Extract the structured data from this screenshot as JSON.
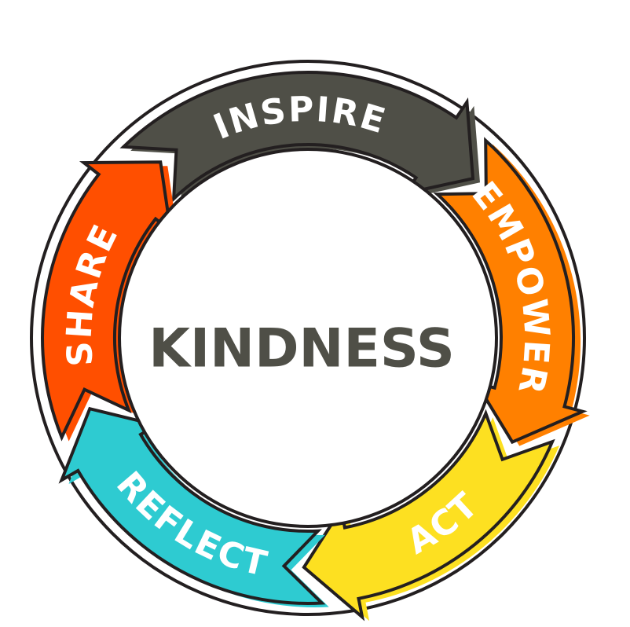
{
  "center_label": "KINDNESS",
  "stages": [
    {
      "label": "INSPIRE",
      "color": "#4f4f47"
    },
    {
      "label": "EMPOWER",
      "color": "#ff8000"
    },
    {
      "label": "ACT",
      "color": "#fde021"
    },
    {
      "label": "REFLECT",
      "color": "#2ecbd1"
    },
    {
      "label": "SHARE",
      "color": "#ff4f00"
    }
  ]
}
